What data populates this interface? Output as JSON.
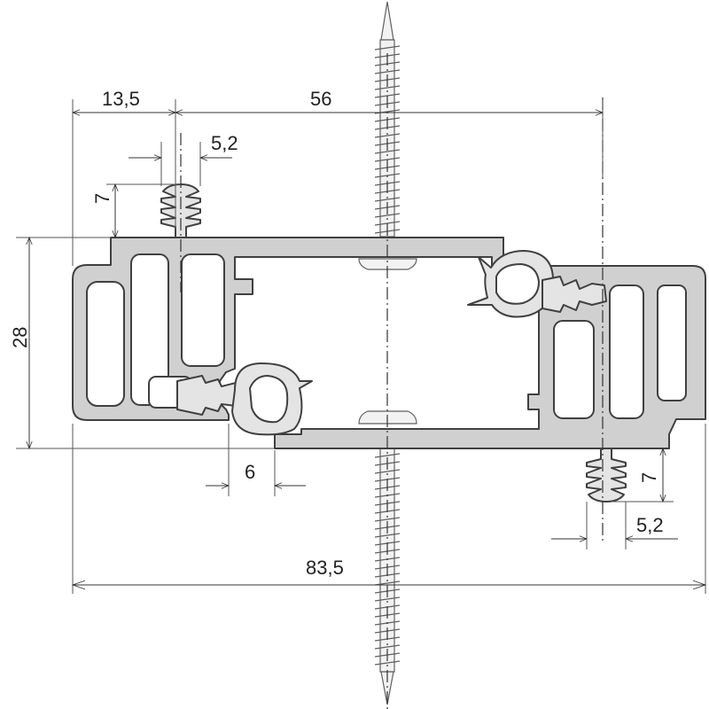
{
  "diagram": {
    "dimensions": {
      "top_left_width": "13,5",
      "top_span": "56",
      "upper_seal_width": "5,2",
      "upper_seal_height": "7",
      "profile_height": "28",
      "gasket_offset": "6",
      "lower_seal_height": "7",
      "lower_seal_width": "5,2",
      "overall_width": "83,5"
    },
    "colors": {
      "profile_fill": "#d0d0d0",
      "outline": "#404040",
      "seal_fill": "#e4e4e4"
    }
  }
}
